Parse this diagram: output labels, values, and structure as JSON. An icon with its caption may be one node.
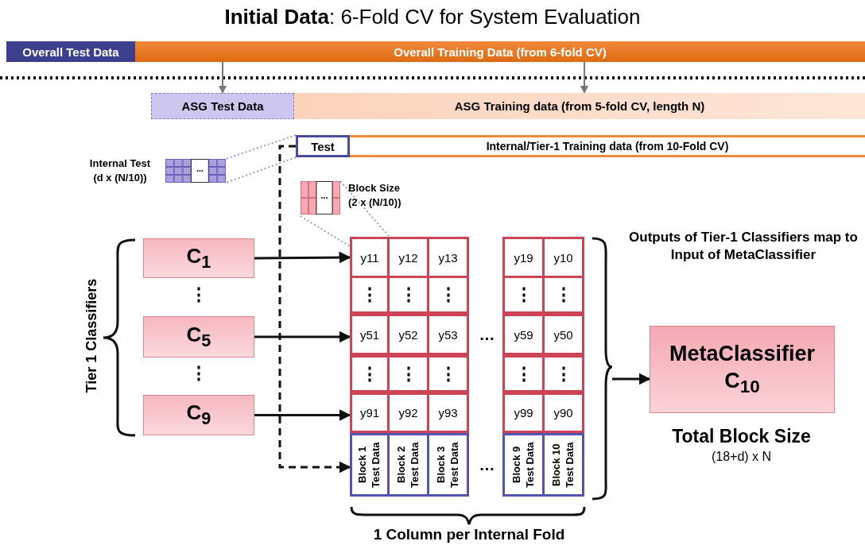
{
  "diagram": {
    "title": "**Initial Data**: 6-Fold CV for System Evaluation",
    "nodes": [
      {
        "text": [
          "Overall Test Data"
        ]
      },
      {
        "text": [
          "Overall Training Data (from 6-fold CV)"
        ]
      },
      {
        "text": [
          "ASG Test Data"
        ]
      },
      {
        "text": [
          "ASG Training data (from 5-fold CV, length N)"
        ]
      },
      {
        "text": [
          "Test"
        ]
      },
      {
        "text": [
          "Internal/Tier-1 Training data (from 10-Fold CV)"
        ]
      },
      {
        "text": [
          "Internal Test (d x (N/10))"
        ]
      },
      {
        "text": [
          "Block Size (2 x (N/10))"
        ]
      },
      {
        "text": [
          "C$_{1}$"
        ]
      },
      {
        "text": [
          "C$_{5}$"
        ]
      },
      {
        "text": [
          "C$_{9}$"
        ]
      },
      {
        "text": [],
        "shape": "box"
      },
      {
        "text": [
          "y11"
        ],
        "in": 11
      },
      {
        "text": [
          "y12"
        ],
        "in": 11
      },
      {
        "text": [
          "y13"
        ],
        "in": 11
      },
      {
        "text": [
          "y19"
        ],
        "in": 11
      },
      {
        "text": [
          "y10"
        ],
        "in": 11
      },
      {
        "text": [
          "⋮"
        ],
        "in": 11
      },
      {
        "text": [
          "⋮"
        ],
        "in": 11
      },
      {
        "text": [
          "⋮"
        ],
        "in": 11
      },
      {
        "text": [
          "⋮"
        ],
        "in": 11
      },
      {
        "text": [
          "⋮"
        ],
        "in": 11
      },
      {
        "text": [
          "y51"
        ],
        "in": 11
      },
      {
        "text": [
          "y52"
        ],
        "in": 11
      },
      {
        "text": [
          "y53"
        ],
        "in": 11
      },
      {
        "text": [
          "y59"
        ],
        "in": 11
      },
      {
        "text": [
          "y50"
        ],
        "in": 11
      },
      {
        "text": [
          "⋮"
        ],
        "in": 11
      },
      {
        "text": [
          "⋮"
        ],
        "in": 11
      },
      {
        "text": [
          "⋮"
        ],
        "in": 11
      },
      {
        "text": [
          "⋮"
        ],
        "in": 11
      },
      {
        "text": [
          "⋮"
        ],
        "in": 11
      },
      {
        "text": [
          "y91"
        ],
        "in": 11
      },
      {
        "text": [
          "y92"
        ],
        "in": 11
      },
      {
        "text": [
          "y93"
        ],
        "in": 11
      },
      {
        "text": [
          "y99"
        ],
        "in": 11
      },
      {
        "text": [
          "y90"
        ],
        "in": 11
      },
      {
        "text": [
          "Block 1 Test Data"
        ],
        "in": 11
      },
      {
        "text": [
          "Block 2 Test Data"
        ],
        "in": 11
      },
      {
        "text": [
          "Block 3 Test Data"
        ],
        "in": 11
      },
      {
        "text": [
          "Block 9 Test Data"
        ],
        "in": 11
      },
      {
        "text": [
          "Block 10 Test Data"
        ],
        "in": 11
      },
      {
        "text": [
          "MetaClassifier C$_{10}$"
        ]
      }
    ],
    "edges": [
      {
        "from": 1,
        "to": 2,
        "arrow": "to",
        "color": "#777777"
      },
      {
        "from": 1,
        "to": 3,
        "arrow": "to",
        "color": "#777777"
      },
      {
        "from": 4,
        "to": 6,
        "arrow": "none",
        "style": "dashed",
        "color": "#9a9ac8"
      },
      {
        "from": 4,
        "to": 6,
        "arrow": "none",
        "style": "dashed",
        "color": "#9a9ac8"
      },
      {
        "from": 7,
        "to": 12,
        "arrow": "none",
        "style": "dashed",
        "color": "#9a9ac8"
      },
      {
        "from": 7,
        "to": 12,
        "arrow": "none",
        "style": "dashed",
        "color": "#9a9ac8"
      },
      {
        "from": 8,
        "to": 12,
        "arrow": "to"
      },
      {
        "from": 9,
        "to": 22,
        "arrow": "to"
      },
      {
        "from": 10,
        "to": 32,
        "arrow": "to"
      },
      {
        "from": 4,
        "to": 37,
        "arrow": "to",
        "style": "dashed"
      },
      {
        "from": 11,
        "to": 42,
        "arrow": "to"
      }
    ],
    "labels": [
      "Tier 1 Classifiers",
      "⋮",
      "⋮",
      "…",
      "…",
      "Outputs of Tier-1 Classifiers map to Input of MetaClassifier",
      "Total Block Size",
      "(18+d) x N",
      "1 Column per Internal Fold"
    ]
  }
}
